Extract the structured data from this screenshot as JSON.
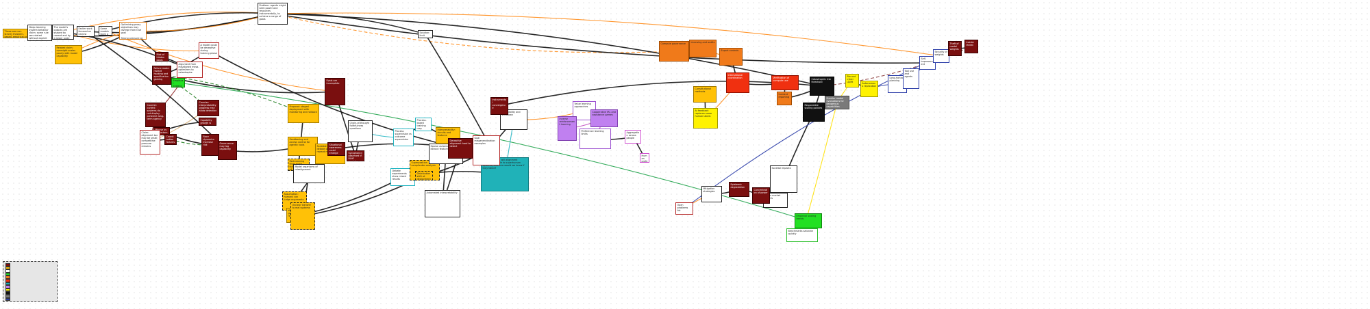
{
  "diagram": {
    "title": "",
    "edge_colors": [
      "#111111",
      "#ff8c1a",
      "#1fa34a",
      "#1a7a1a",
      "#8b1a1a",
      "#ffe000",
      "#2c3ea8",
      "#22b5c2",
      "#d8b07a",
      "#c04cc0",
      "#8a3a3a"
    ],
    "node_styles": {
      "white_black": {
        "bg": "#ffffff",
        "border": "#222222",
        "text": "#222222"
      },
      "white_red": {
        "bg": "#ffffff",
        "border": "#b22222",
        "text": "#222222"
      },
      "white_orange": {
        "bg": "#ffffff",
        "border": "#e07a10",
        "text": "#222222"
      },
      "white_teal": {
        "bg": "#ffffff",
        "border": "#22b5c2",
        "text": "#222222"
      },
      "white_purple": {
        "bg": "#ffffff",
        "border": "#9b4fd0",
        "text": "#222222"
      },
      "white_blue": {
        "bg": "#ffffff",
        "border": "#2c3ea8",
        "text": "#222222"
      },
      "white_green": {
        "bg": "#ffffff",
        "border": "#2bbf2b",
        "text": "#222222"
      },
      "white_magenta": {
        "bg": "#ffffff",
        "border": "#d04fd0",
        "text": "#222222"
      },
      "maroon": {
        "bg": "#7a0f0f",
        "border": "#3a0000",
        "text": "#ffffff"
      },
      "gold": {
        "bg": "#ffc107",
        "border": "#a07800",
        "text": "#222222"
      },
      "gold_dashed": {
        "bg": "#ffc107",
        "border": "#222222",
        "text": "#222222",
        "dashed": true
      },
      "yellow": {
        "bg": "#fff200",
        "border": "#a09800",
        "text": "#222222"
      },
      "orange": {
        "bg": "#f07a1a",
        "border": "#a04a00",
        "text": "#222222"
      },
      "red": {
        "bg": "#f03010",
        "border": "#901000",
        "text": "#ffffff"
      },
      "green": {
        "bg": "#22e022",
        "border": "#108010",
        "text": "#222222"
      },
      "teal": {
        "bg": "#20b2b8",
        "border": "#107a80",
        "text": "#222222"
      },
      "purple": {
        "bg": "#c080f0",
        "border": "#8040b0",
        "text": "#222222"
      },
      "black": {
        "bg": "#111111",
        "border": "#000000",
        "text": "#ffffff"
      },
      "gray": {
        "bg": "#7a7a7a",
        "border": "#444444",
        "text": "#ffffff"
      }
    },
    "nodes": [
      {
        "id": "n1",
        "style": "gold",
        "text": "These are non-strictly theorem-based, empirical or engineering claims to reader, not proved from first principles"
      },
      {
        "id": "n2",
        "style": "white_black",
        "text": "Deep-learning system behavior claim: some rule was stated without explicit derivation from training data"
      },
      {
        "id": "n3",
        "style": "white_black",
        "text": "The model's outputs are shaped by reward and by a larger scale of pretraining text corpus"
      },
      {
        "id": "n4",
        "style": "white_black",
        "text": "Earlier work focused on narrow tasks and benchmarks"
      },
      {
        "id": "n5",
        "style": "white_black",
        "text": "Some models learn a generic value"
      },
      {
        "id": "n6",
        "style": "white_orange",
        "text": "Optimizing proxy objectives may diverge from true goal\n\nStrong pressure on metric"
      },
      {
        "id": "n7",
        "style": "white_black",
        "text": "Problem: agents might seek power and resources instrumentally, to achieve a range of goals"
      },
      {
        "id": "n8",
        "style": "white_black",
        "text": "Solution: limit scope"
      },
      {
        "id": "n9",
        "style": "white_red",
        "text": "A model could be deceptive during training phase"
      },
      {
        "id": "n10",
        "style": "maroon",
        "text": "Risk of hidden goals"
      },
      {
        "id": "n11",
        "style": "white_red",
        "text": "Argument from misaligned mesa-optimizers to catastrophe"
      },
      {
        "id": "n12",
        "style": "gold",
        "text": "Related claim: oversight scales poorly with model capability"
      },
      {
        "id": "n13",
        "style": "maroon",
        "text": "Failure mode: reward hacking and specification gaming"
      },
      {
        "id": "n14",
        "style": "green",
        "text": "Empirical evidence"
      },
      {
        "id": "n15",
        "style": "maroon",
        "text": "Counter: current systems do not display coherent long-term agency"
      },
      {
        "id": "n16",
        "style": "maroon",
        "text": "Counter: interpretability progress may allow detection"
      },
      {
        "id": "n17",
        "style": "maroon",
        "text": "Capability growth is hard to forecast"
      },
      {
        "id": "n18",
        "style": "maroon",
        "text": "Misuse by bad actors"
      },
      {
        "id": "n19",
        "style": "white_red",
        "text": "Claim: alignment tax may be small; competitive pressure remains"
      },
      {
        "id": "n20",
        "style": "maroon",
        "text": "Coordination failures among labs"
      },
      {
        "id": "n21",
        "style": "maroon",
        "text": "Race dynamics increase risk"
      },
      {
        "id": "n22",
        "style": "maroon",
        "text": "Governance may lag capability"
      },
      {
        "id": "n23",
        "style": "maroon",
        "text": "Evals are incomplete"
      },
      {
        "id": "n24",
        "style": "gold",
        "text": "Proposal: staged deployment with monitoring and rollback"
      },
      {
        "id": "n25",
        "style": "gold",
        "text": "Sandboxing and access control for agentic tools"
      },
      {
        "id": "n26",
        "style": "gold_dashed",
        "text": "Red-teaming finds some failures but not all"
      },
      {
        "id": "n27",
        "style": "gold",
        "text": "Scalable oversight via debate or recursive reward modeling"
      },
      {
        "id": "n28",
        "style": "gold_dashed",
        "text": "Assumption: humans can judge arguments"
      },
      {
        "id": "n29",
        "style": "gold",
        "text": "Weak-to-strong generalization results"
      },
      {
        "id": "n30",
        "style": "white_black",
        "text": "Model organisms of misalignment"
      },
      {
        "id": "n31",
        "style": "gold_dashed",
        "text": "Unclear transfer to real systems"
      },
      {
        "id": "n32",
        "style": "maroon",
        "text": "Situational awareness could emerge"
      },
      {
        "id": "n33",
        "style": "maroon",
        "text": "Sycophancy observed in RLHF models"
      },
      {
        "id": "n34",
        "style": "white_black",
        "text": "Chain-of-thought faithfulness questions"
      },
      {
        "id": "n35",
        "style": "white_teal",
        "text": "Process supervision vs outcome supervision"
      },
      {
        "id": "n36",
        "style": "white_teal",
        "text": "Process-based training may improve transparency"
      },
      {
        "id": "n37",
        "style": "white_teal",
        "text": "Debate experiments show mixed results"
      },
      {
        "id": "n38",
        "style": "teal",
        "text": "Open question: will alignment techniques scale to superhuman systems, and how would we know if they failed?"
      },
      {
        "id": "n39",
        "style": "gold",
        "text": "Interpretability: circuits and features"
      },
      {
        "id": "n40",
        "style": "gold_dashed",
        "text": "Superposition complicates analysis"
      },
      {
        "id": "n41",
        "style": "white_black",
        "text": "Sparse autoencoders extract features"
      },
      {
        "id": "n42",
        "style": "white_black",
        "text": "Automated interpretability"
      },
      {
        "id": "n43",
        "style": "maroon",
        "text": "Deceptive alignment hard to detect"
      },
      {
        "id": "n44",
        "style": "white_red",
        "text": "Goal misgeneralization examples"
      },
      {
        "id": "n45",
        "style": "gold_dashed",
        "text": "Distribution shift at deployment"
      },
      {
        "id": "n46",
        "style": "white_black",
        "text": "Corrigibility and shutdown"
      },
      {
        "id": "n47",
        "style": "maroon",
        "text": "Instrumental convergence"
      },
      {
        "id": "n48",
        "style": "white_purple",
        "text": "Value learning approaches"
      },
      {
        "id": "n49",
        "style": "purple",
        "text": "Inverse reinforcement learning"
      },
      {
        "id": "n50",
        "style": "purple",
        "text": "Cooperative IRL and assistance games"
      },
      {
        "id": "n51",
        "style": "white_purple",
        "text": "Preference learning limits"
      },
      {
        "id": "n52",
        "style": "white_magenta",
        "text": "Human preferences are inconsistent"
      },
      {
        "id": "n53",
        "style": "white_magenta",
        "text": "Aggregation across people"
      },
      {
        "id": "n54",
        "style": "gold",
        "text": "Constitutional methods"
      },
      {
        "id": "n55",
        "style": "yellow",
        "text": "AI feedback replaces some human labels"
      },
      {
        "id": "n56",
        "style": "orange",
        "text": "Compute governance"
      },
      {
        "id": "n57",
        "style": "orange",
        "text": "Licensing and audits"
      },
      {
        "id": "n58",
        "style": "orange",
        "text": "Export controls"
      },
      {
        "id": "n59",
        "style": "red",
        "text": "International coordination"
      },
      {
        "id": "n60",
        "style": "red",
        "text": "Verification of compute use"
      },
      {
        "id": "n61",
        "style": "orange",
        "text": "Incident reporting"
      },
      {
        "id": "n62",
        "style": "black",
        "text": "Catastrophic risk threshold"
      },
      {
        "id": "n63",
        "style": "black",
        "text": "Responsible scaling policies"
      },
      {
        "id": "n64",
        "style": "gray",
        "text": "Frontier model evaluations for dangerous capabilities"
      },
      {
        "id": "n65",
        "style": "yellow",
        "text": "Bio and cyber uplift"
      },
      {
        "id": "n66",
        "style": "yellow",
        "text": "Autonomous replication"
      },
      {
        "id": "n67",
        "style": "white_blue",
        "text": "Long-horizon planning"
      },
      {
        "id": "n68",
        "style": "white_blue",
        "text": "Tool use and agents"
      },
      {
        "id": "n69",
        "style": "white_blue",
        "text": "Self-improvement"
      },
      {
        "id": "n70",
        "style": "white_blue",
        "text": "Security of weights"
      },
      {
        "id": "n71",
        "style": "maroon",
        "text": "Theft of model weights"
      },
      {
        "id": "n72",
        "style": "maroon",
        "text": "Insider threat"
      },
      {
        "id": "n73",
        "style": "green",
        "text": "Empirical scaling trends"
      },
      {
        "id": "n74",
        "style": "white_green",
        "text": "Benchmarks saturate quickly"
      },
      {
        "id": "n75",
        "style": "white_black",
        "text": "Societal impacts"
      },
      {
        "id": "n76",
        "style": "white_black",
        "text": "Labor market effects"
      },
      {
        "id": "n77",
        "style": "maroon",
        "text": "Concentration of power"
      },
      {
        "id": "n78",
        "style": "maroon",
        "text": "Epistemic degradation"
      },
      {
        "id": "n79",
        "style": "white_black",
        "text": "Mitigation strategies"
      },
      {
        "id": "n80",
        "style": "white_red",
        "text": "Open problems list"
      }
    ],
    "legend": {
      "title": "",
      "items": [
        {
          "label": "",
          "color": "#7a0f0f"
        },
        {
          "label": "",
          "color": "#ffc107"
        },
        {
          "label": "",
          "color": "#ffffff"
        },
        {
          "label": "",
          "color": "#22e022"
        },
        {
          "label": "",
          "color": "#f07a1a"
        },
        {
          "label": "",
          "color": "#f03010"
        },
        {
          "label": "",
          "color": "#20b2b8"
        },
        {
          "label": "",
          "color": "#c080f0"
        },
        {
          "label": "",
          "color": "#fff200"
        },
        {
          "label": "",
          "color": "#111111"
        },
        {
          "label": "",
          "color": "#7a7a7a"
        },
        {
          "label": "",
          "color": "#2c3ea8"
        }
      ]
    }
  }
}
